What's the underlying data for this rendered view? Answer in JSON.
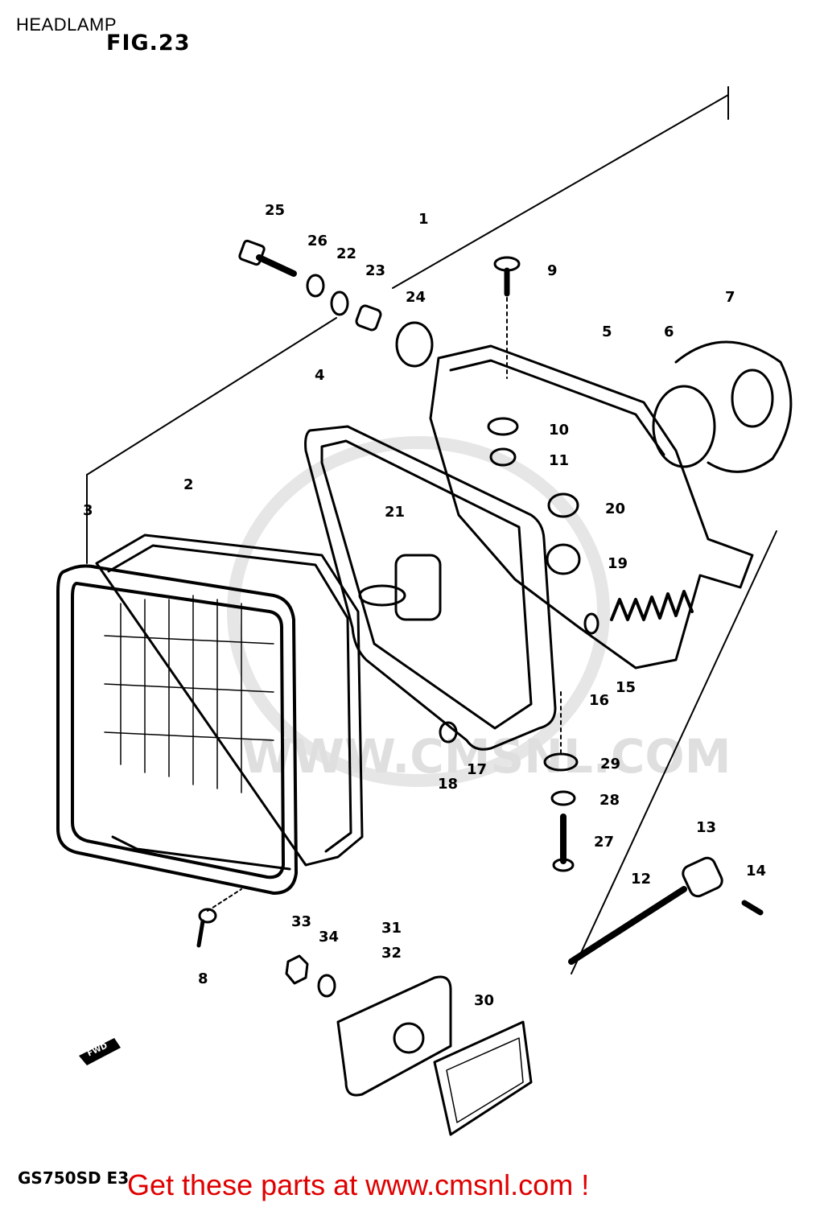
{
  "header": {
    "title": "HEADLAMP",
    "figure": "FIG.23"
  },
  "model_code": "GS750SD E3",
  "footer": {
    "text": "Get these parts at www.cmsnl.com !",
    "color": "#e00000"
  },
  "watermark": {
    "site": "WWW.CMSNL.COM"
  },
  "callouts": [
    "1",
    "2",
    "3",
    "4",
    "5",
    "6",
    "7",
    "8",
    "9",
    "10",
    "11",
    "12",
    "13",
    "14",
    "15",
    "16",
    "17",
    "18",
    "19",
    "20",
    "21",
    "22",
    "23",
    "24",
    "25",
    "26",
    "27",
    "28",
    "29",
    "30",
    "31",
    "32",
    "33",
    "34"
  ],
  "fwd_arrow": "FWD"
}
